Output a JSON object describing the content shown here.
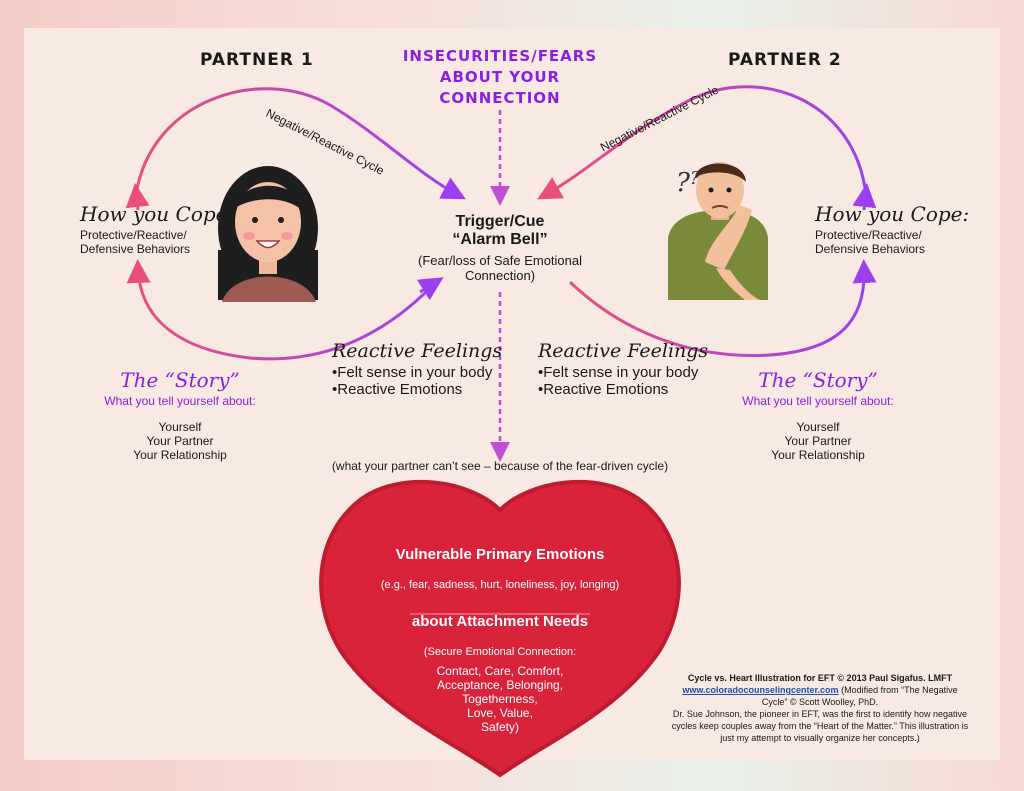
{
  "partner1": "Partner 1",
  "partner2": "Partner 2",
  "center_top": {
    "line1": "Insecurities/Fears",
    "line2": "about your",
    "line3": "connection"
  },
  "cycle_label": "Negative/Reactive Cycle",
  "trigger": {
    "title": "Trigger/Cue",
    "subtitle": "“Alarm Bell”",
    "desc1": "(Fear/loss of Safe Emotional",
    "desc2": "Connection)"
  },
  "cope": {
    "title": "How you Cope:",
    "line1": "Protective/Reactive/",
    "line2": "Defensive Behaviors"
  },
  "feelings": {
    "title": "Reactive Feelings",
    "item1": "•Felt sense in your body",
    "item2": "•Reactive Emotions"
  },
  "story": {
    "title": "The “Story”",
    "subtitle": "What you tell yourself about:",
    "item1": "Yourself",
    "item2": "Your Partner",
    "item3": "Your Relationship"
  },
  "hidden_note": "(what your partner can’t see – because of the fear-driven cycle)",
  "heart": {
    "title": "Vulnerable Primary Emotions",
    "examples": "(e.g., fear, sadness, hurt, loneliness, joy, longing)",
    "subtitle": "about Attachment Needs",
    "secure": "(Secure Emotional Connection:",
    "needs1": "Contact, Care, Comfort,",
    "needs2": "Acceptance, Belonging,",
    "needs3": "Togetherness,",
    "needs4": "Love, Value,",
    "needs5": "Safety)"
  },
  "credits": {
    "line1": "Cycle vs. Heart Illustration for EFT © 2013 Paul Sigafus. LMFT",
    "link": "www.coloradocounselingcenter.com",
    "line2": "(Modified from “The Negative",
    "line3": "Cycle” © Scott Woolley, PhD.",
    "line4": "Dr. Sue Johnson, the pioneer in EFT, was the first to identify how negative",
    "line5": "cycles keep couples away from the “Heart of the Matter.” This illustration is",
    "line6": "just my attempt to visually organize her concepts.)"
  },
  "colors": {
    "pink": "#e8507a",
    "purple": "#9b3ff0",
    "heart": "#d8233a",
    "title_purple": "#8a1fe0"
  },
  "icons": {
    "woman": "woman-illustration",
    "man": "thinking-man-illustration",
    "question": "question-marks"
  }
}
